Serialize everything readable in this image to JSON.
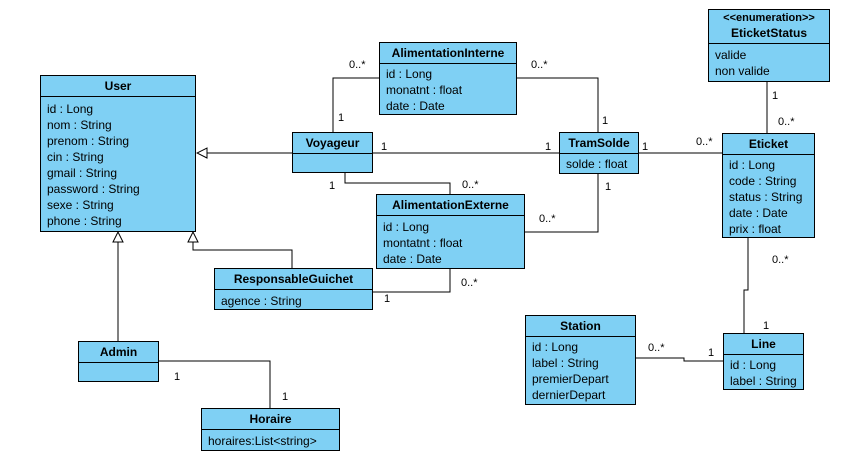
{
  "classes": {
    "user": {
      "name": "User",
      "attributes": [
        "id : Long",
        "nom : String",
        "prenom : String",
        "cin : String",
        "gmail : String",
        "password : String",
        "sexe : String",
        "phone : String"
      ]
    },
    "voyageur": {
      "name": "Voyageur",
      "attributes": []
    },
    "responsable_guichet": {
      "name": "ResponsableGuichet",
      "attributes": [
        "agence : String"
      ]
    },
    "admin": {
      "name": "Admin",
      "attributes": []
    },
    "horaire": {
      "name": "Horaire",
      "attributes": [
        "horaires:List<string>"
      ]
    },
    "alimentation_interne": {
      "name": "AlimentationInterne",
      "attributes": [
        "id : Long",
        "monatnt : float",
        "date : Date"
      ]
    },
    "alimentation_externe": {
      "name": "AlimentationExterne",
      "attributes": [
        "id : Long",
        "montatnt : float",
        "date : Date"
      ]
    },
    "tram_solde": {
      "name": "TramSolde",
      "attributes": [
        "solde : float"
      ]
    },
    "eticket_status": {
      "stereotype": "<<enumeration>>",
      "name": "EticketStatus",
      "attributes": [
        "valide",
        "non valide"
      ]
    },
    "eticket": {
      "name": "Eticket",
      "attributes": [
        "id : Long",
        "code : String",
        "status : String",
        "date : Date",
        "prix : float"
      ]
    },
    "station": {
      "name": "Station",
      "attributes": [
        "id : Long",
        "label : String",
        "premierDepart",
        "dernierDepart"
      ]
    },
    "line": {
      "name": "Line",
      "attributes": [
        "id : Long",
        "label : String"
      ]
    }
  },
  "multiplicities": {
    "ai_voyageur_0": "0..*",
    "ai_voyageur_1": "1",
    "ai_tram_0": "0..*",
    "ai_tram_1": "1",
    "voy_tram_voy": "1",
    "voy_tram_tram": "1",
    "ae_voy_1": "1",
    "ae_voy_0": "0..*",
    "ae_tram_0": "0..*",
    "ae_tram_1": "1",
    "ae_resp_0": "0..*",
    "ae_resp_1": "1",
    "tram_eticket_1": "1",
    "tram_eticket_0": "0..*",
    "status_eticket_1": "1",
    "status_eticket_0": "0..*",
    "eticket_line_0": "0..*",
    "eticket_line_1": "1",
    "station_line_0": "0..*",
    "station_line_1": "1",
    "admin_horaire_1a": "1",
    "admin_horaire_1b": "1"
  },
  "colors": {
    "class_fill": "#7fd0f4",
    "line": "#000000"
  }
}
